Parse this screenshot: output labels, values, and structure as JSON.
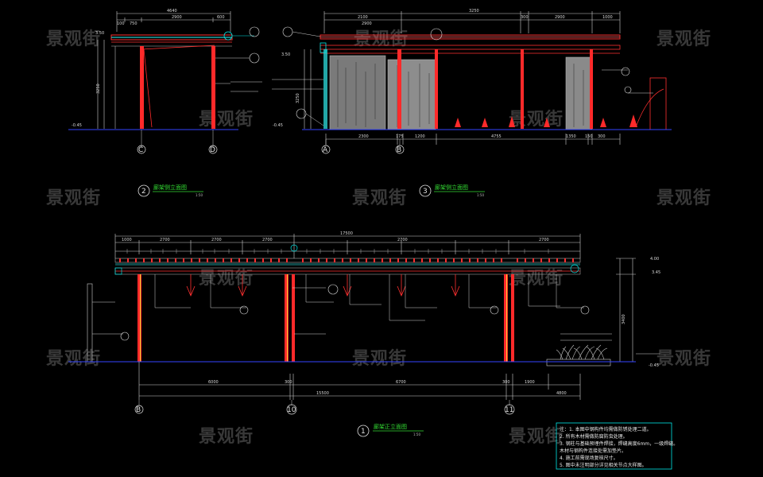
{
  "watermark": "景观街",
  "colors": {
    "background": "#000000",
    "structure": "#ff2a2a",
    "dimension": "#e0e0e0",
    "ground": "#3344ff",
    "annotation": "#00e5e5",
    "title": "#33dd33",
    "panel": "#9a9a9a"
  },
  "views": [
    {
      "number": "2",
      "title": "廊架侧立面图",
      "scale": "1:50"
    },
    {
      "number": "3",
      "title": "廊架侧立面图",
      "scale": "1:50"
    },
    {
      "number": "1",
      "title": "廊架正立面图",
      "scale": "1:50"
    }
  ],
  "axes": {
    "C": "C",
    "D": "D",
    "A": "A",
    "B": "B",
    "B2": "B",
    "ten": "10",
    "eleven": "11"
  },
  "elevations": {
    "v2_top": "3.50",
    "v2_ground": "-0.45",
    "v3_top": "3.50",
    "v3_ground": "-0.45",
    "v1_top": "4.00",
    "v1_mid": "3.45",
    "v1_ground": "-0.45"
  },
  "dims": {
    "v2_total": "4640",
    "v2_top": [
      "100",
      "750",
      "2900",
      "600"
    ],
    "v2_height": "3250",
    "v3_top": [
      "2100",
      "2900",
      "3250",
      "300",
      "2900",
      "1000"
    ],
    "v3_bottom": [
      "2300",
      "175",
      "1200",
      "4755",
      "1350",
      "150",
      "300"
    ],
    "v3_height": "3250",
    "v1_total": "17500",
    "v1_top": [
      "1000",
      "2700",
      "2700",
      "2700",
      "2700",
      "2700"
    ],
    "v1_bottom_a": [
      "6000",
      "300",
      "6700",
      "300",
      "1900",
      "4800"
    ],
    "v1_bottom_b": "15500",
    "v1_height": "3400"
  },
  "notes": {
    "lines": [
      "注：1. 本图中钢构件均需做防锈处理二道。",
      "2. 所有木材需做防腐防虫处理。",
      "3. 钢柱与基础预埋件焊接，焊缝高度6mm，一级焊缝。",
      "   木材与钢构件连接处需加垫片。",
      "4. 施工前需现场复核尺寸。",
      "5. 图中未注明部分详见相关节点大样图。"
    ]
  }
}
